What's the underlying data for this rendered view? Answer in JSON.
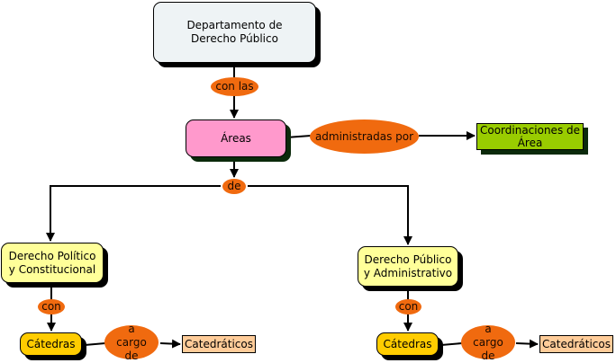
{
  "colors": {
    "root_fill": "#eef3f5",
    "areas_fill": "#ff99cc",
    "coord_fill": "#99cc00",
    "branch_fill": "#ffff99",
    "catedras_fill": "#ffcc00",
    "catedraticos_fill": "#ffcc99",
    "link_fill": "#f06a0f",
    "edge": "#000000"
  },
  "concepts": {
    "root": "Departamento de Derecho Público",
    "areas": "Áreas",
    "coordinaciones": "Coordinaciones de Área",
    "branch_left": "Derecho Político y Constitucional",
    "branch_right": "Derecho Público y Administrativo",
    "catedras_left": "Cátedras",
    "catedras_right": "Cátedras",
    "catedraticos_left": "Catedráticos",
    "catedraticos_right": "Catedráticos"
  },
  "links": {
    "con_las": "con las",
    "administradas_por": "administradas por",
    "de": "de",
    "con_left": "con",
    "con_right": "con",
    "a_cargo_de_left": "a cargo de",
    "a_cargo_de_right": "a cargo de"
  },
  "relations": [
    {
      "from": "root",
      "via": "con_las",
      "to": "areas"
    },
    {
      "from": "areas",
      "via": "administradas_por",
      "to": "coordinaciones"
    },
    {
      "from": "areas",
      "via": "de",
      "to": "branch_left"
    },
    {
      "from": "areas",
      "via": "de",
      "to": "branch_right"
    },
    {
      "from": "branch_left",
      "via": "con_left",
      "to": "catedras_left"
    },
    {
      "from": "branch_right",
      "via": "con_right",
      "to": "catedras_right"
    },
    {
      "from": "catedras_left",
      "via": "a_cargo_de_left",
      "to": "catedraticos_left"
    },
    {
      "from": "catedras_right",
      "via": "a_cargo_de_right",
      "to": "catedraticos_right"
    }
  ]
}
